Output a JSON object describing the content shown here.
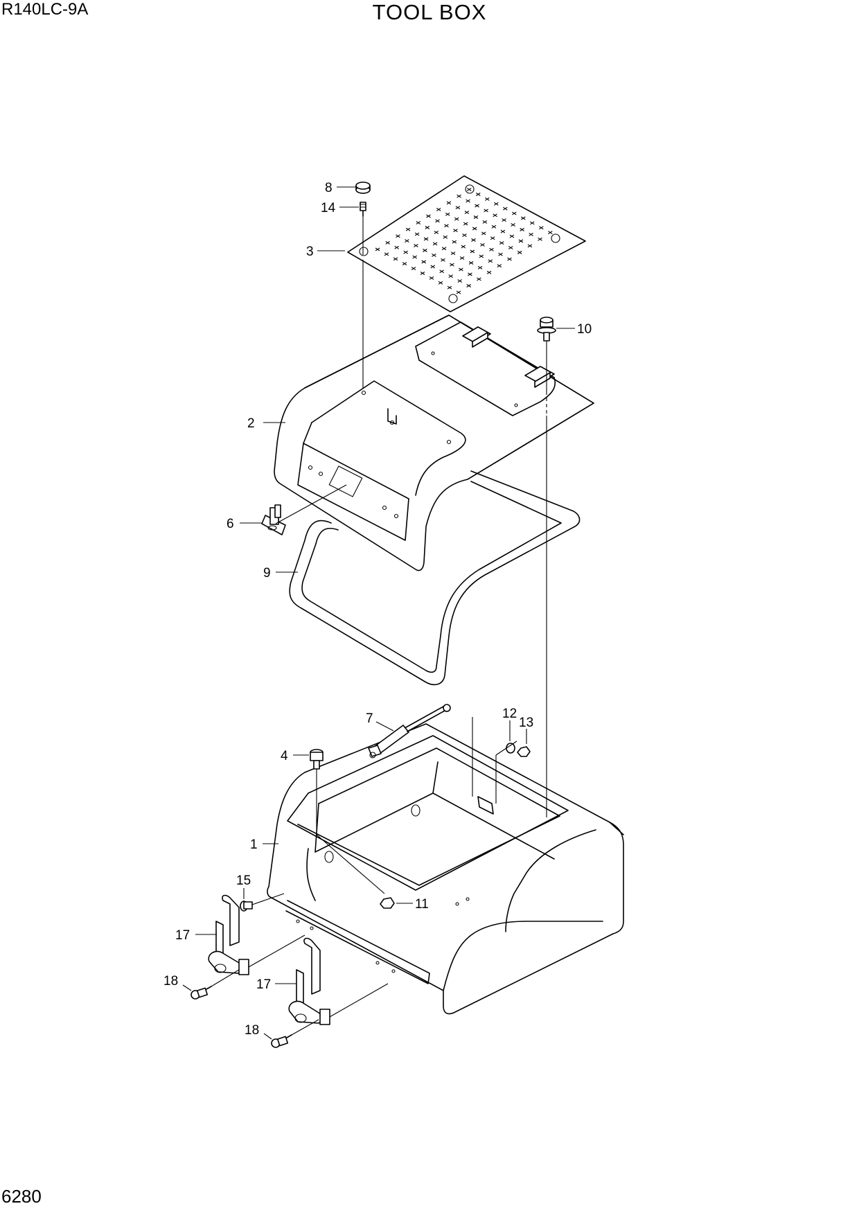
{
  "header": {
    "model": "R140LC-9A",
    "title": "TOOL BOX"
  },
  "footer": {
    "page_number": "6280"
  },
  "callouts": [
    {
      "id": "c1",
      "label": "1"
    },
    {
      "id": "c2",
      "label": "2"
    },
    {
      "id": "c3",
      "label": "3"
    },
    {
      "id": "c4",
      "label": "4"
    },
    {
      "id": "c6",
      "label": "6"
    },
    {
      "id": "c7",
      "label": "7"
    },
    {
      "id": "c8",
      "label": "8"
    },
    {
      "id": "c9",
      "label": "9"
    },
    {
      "id": "c10",
      "label": "10"
    },
    {
      "id": "c11",
      "label": "11"
    },
    {
      "id": "c12",
      "label": "12"
    },
    {
      "id": "c13",
      "label": "13"
    },
    {
      "id": "c14",
      "label": "14"
    },
    {
      "id": "c15",
      "label": "15"
    },
    {
      "id": "c17a",
      "label": "17"
    },
    {
      "id": "c17b",
      "label": "17"
    },
    {
      "id": "c18a",
      "label": "18"
    },
    {
      "id": "c18b",
      "label": "18"
    }
  ]
}
